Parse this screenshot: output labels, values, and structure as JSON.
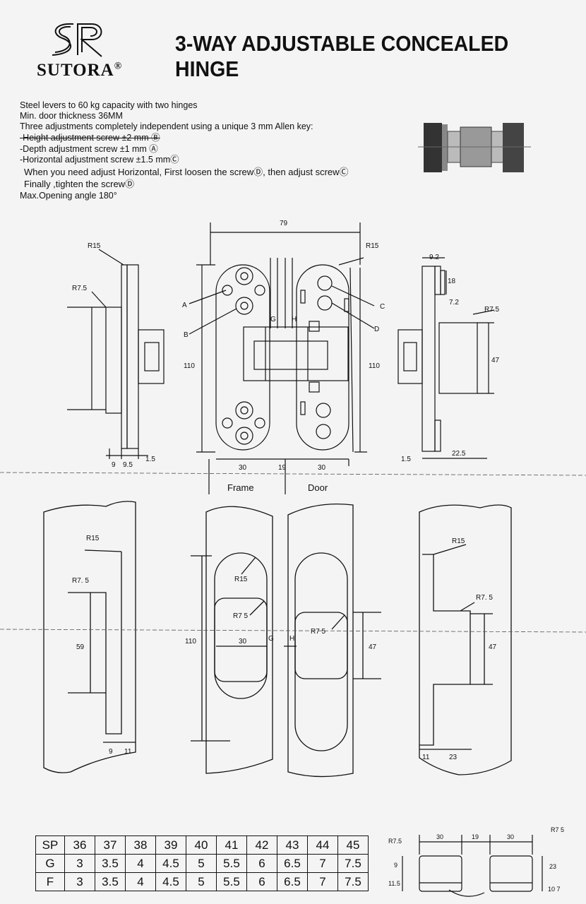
{
  "brand": {
    "name": "SUTORA",
    "registered": "®",
    "monogram": "SR"
  },
  "title": "3-WAY ADJUSTABLE CONCEALED HINGE",
  "specs": [
    "Steel levers to 60 kg capacity with two hinges",
    "Min. door thickness 36MM",
    "Three adjustments completely independent using a unique 3 mm Allen key:",
    "-Height adjustment screw   ±2 mm Ⓑ",
    "-Depth adjustment screw  ±1 mm Ⓐ",
    "-Horizontal adjustment screw  ±1.5 mmⒸ",
    "When you need adjust Horizontal,  First loosen the screwⒹ, then adjust  screwⒸ",
    "Finally ,tighten the screwⒹ",
    "Max.Opening angle 180°"
  ],
  "hinge_views": {
    "width_79": "79",
    "r15_left": "R15",
    "r75_left": "R7.5",
    "r15_right": "R15",
    "label_a": "A",
    "label_b": "B",
    "label_c": "C",
    "label_d": "D",
    "label_g": "G",
    "label_h": "H",
    "height_110_left": "110",
    "height_110_right": "110",
    "dim_9": "9",
    "dim_9_5": "9.5",
    "dim_1_5": "1.5",
    "dim_30_frame": "30",
    "dim_19": "19",
    "dim_30_door": "30",
    "frame_label": "Frame",
    "door_label": "Door",
    "side_9_2": "9.2",
    "side_18": "18",
    "side_7_2": "7.2",
    "side_r75": "R7.5",
    "side_47": "47",
    "side_1_5": "1.5",
    "side_22_5": "22.5"
  },
  "cutouts": {
    "r15_a": "R15",
    "r75_a": "R7. 5",
    "dim_59": "59",
    "dim_9": "9",
    "dim_11": "11",
    "r15_b": "R15",
    "r75_b": "R7  5",
    "dim_110": "110",
    "dim_30": "30",
    "label_g": "G",
    "label_h": "H",
    "r75_c": "R7  5",
    "dim_47_a": "47",
    "r15_d": "R15",
    "r75_d": "R7. 5",
    "dim_47_b": "47",
    "dim_11_b": "11",
    "dim_23": "23"
  },
  "table": {
    "rows": [
      [
        "SP",
        "36",
        "37",
        "38",
        "39",
        "40",
        "41",
        "42",
        "43",
        "44",
        "45"
      ],
      [
        "G",
        "3",
        "3.5",
        "4",
        "4.5",
        "5",
        "5.5",
        "6",
        "6.5",
        "7",
        "7.5"
      ],
      [
        "F",
        "3",
        "3.5",
        "4",
        "4.5",
        "5",
        "5.5",
        "6",
        "6.5",
        "7",
        "7.5"
      ]
    ]
  },
  "bottom_view": {
    "r75_left": "R7.5",
    "dim_30_a": "30",
    "dim_19": "19",
    "dim_30_b": "30",
    "r75_right": "R7 5",
    "dim_9": "9",
    "dim_11_5": "11.5",
    "dim_23": "23",
    "dim_10_7": "10 7"
  }
}
